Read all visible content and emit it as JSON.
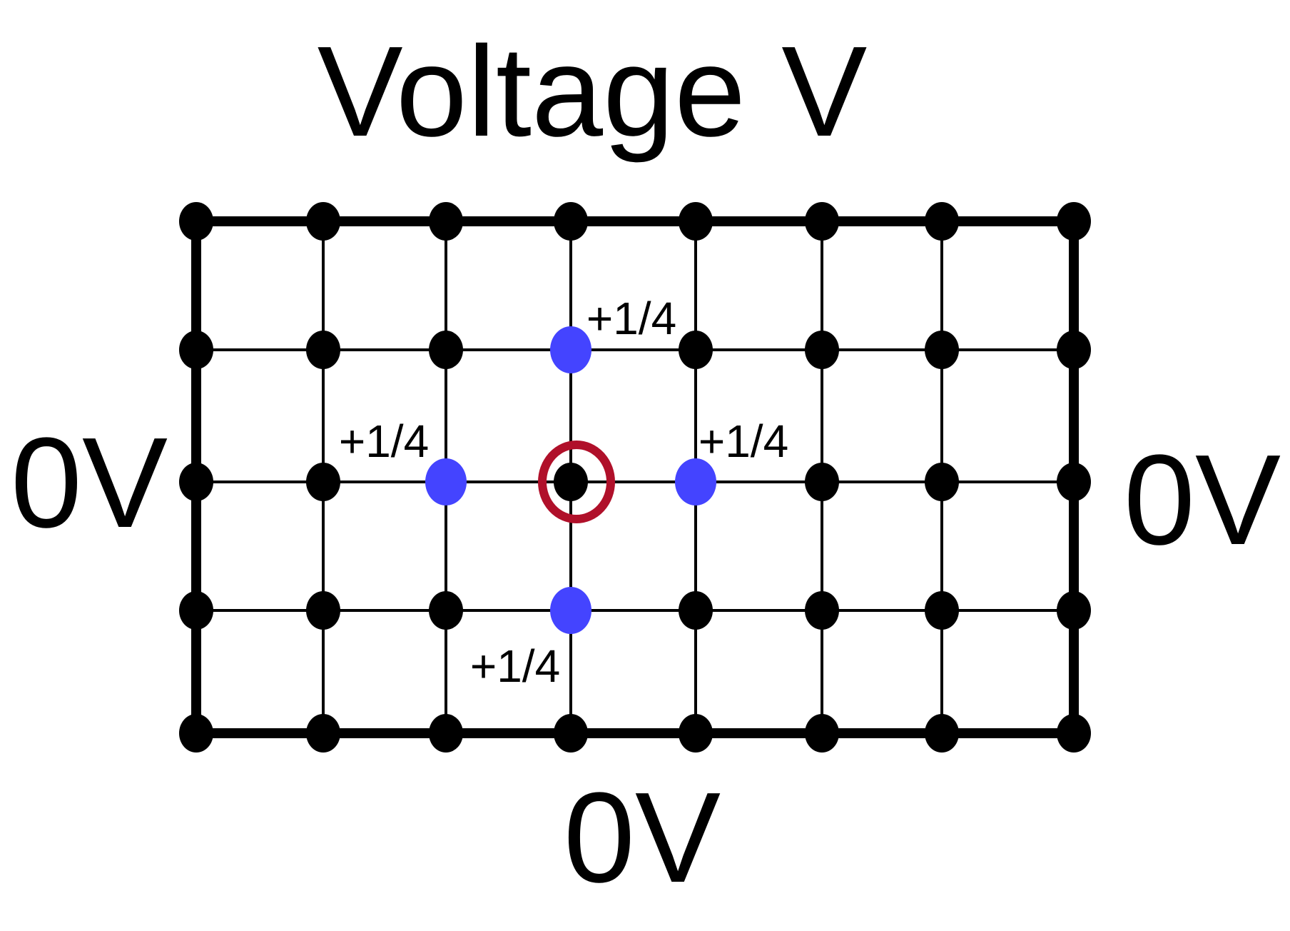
{
  "labels": {
    "top": "Voltage V",
    "left": "0V",
    "right": "0V",
    "bottom": "0V"
  },
  "grid": {
    "columns": 8,
    "rows": 5
  },
  "neighbors": [
    {
      "label": "+1/4",
      "position": "above"
    },
    {
      "label": "+1/4",
      "position": "left"
    },
    {
      "label": "+1/4",
      "position": "right"
    },
    {
      "label": "+1/4",
      "position": "below"
    }
  ],
  "colors": {
    "node": "#000000",
    "neighbor": "#4444ff",
    "center_ring": "#b0102a",
    "line": "#000000"
  }
}
